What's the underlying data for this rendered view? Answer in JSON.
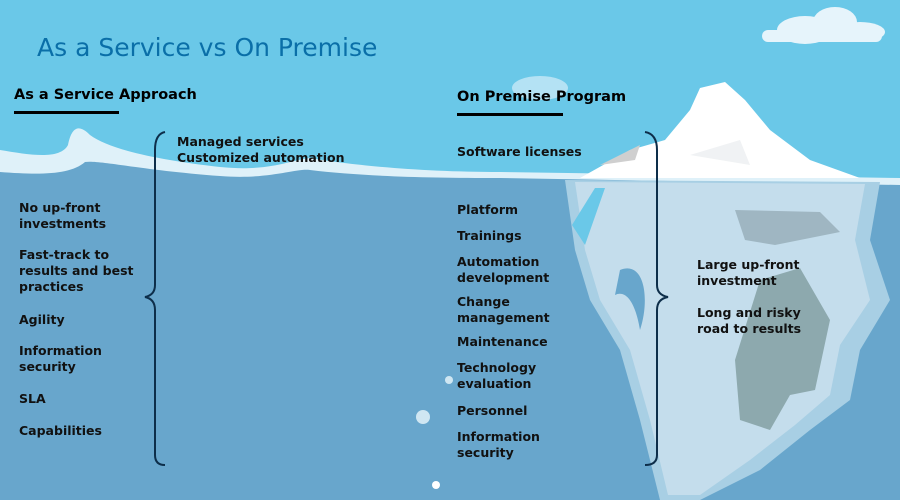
{
  "title": "As a Service vs On Premise",
  "left": {
    "heading": "As a Service Approach",
    "top_items": [
      "Managed services",
      "Customized automation"
    ],
    "benefits": [
      "No up-front investments",
      "Fast-track to results and best practices",
      "Agility",
      "Information security",
      "SLA",
      "Capabilities"
    ]
  },
  "right": {
    "heading": "On Premise Program",
    "top_items": [
      "Software licenses"
    ],
    "costs": [
      "Platform",
      "Trainings",
      "Automation development",
      "Change management",
      "Maintenance",
      "Technology evaluation",
      "Personnel",
      "Information security"
    ],
    "drawbacks": [
      "Large up-front investment",
      "Long and risky road to results"
    ]
  },
  "colors": {
    "sky": "#6ac8e8",
    "water": "#68a6cc",
    "title": "#0a6fa8",
    "bracket": "#0d2e4a"
  }
}
